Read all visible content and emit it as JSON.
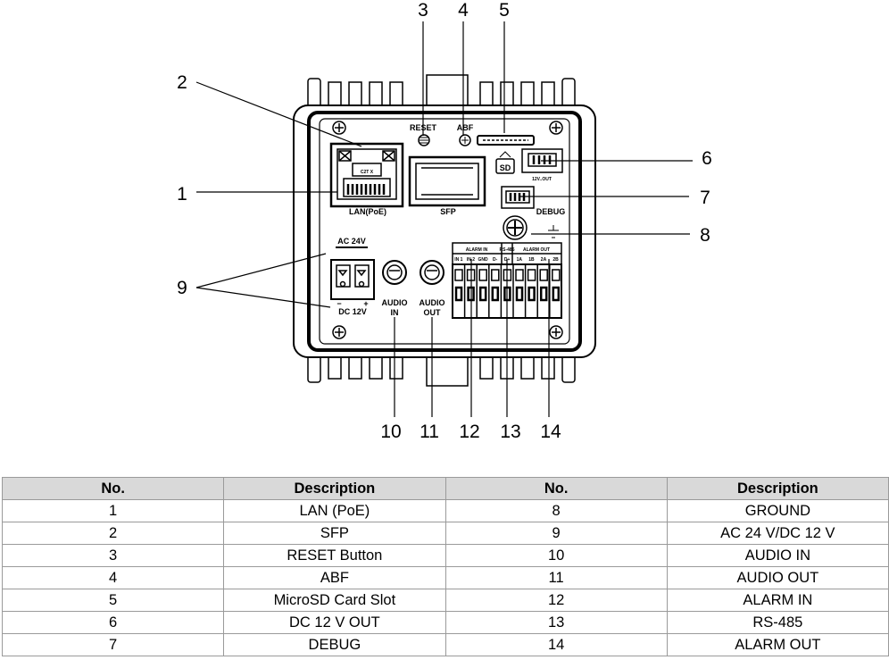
{
  "callouts": {
    "n1": "1",
    "n2": "2",
    "n3": "3",
    "n4": "4",
    "n5": "5",
    "n6": "6",
    "n7": "7",
    "n8": "8",
    "n9": "9",
    "n10": "10",
    "n11": "11",
    "n12": "12",
    "n13": "13",
    "n14": "14"
  },
  "panel": {
    "reset": "RESET",
    "abf": "ABF",
    "lan": "LAN(PoE)",
    "sfp": "SFP",
    "sd": "SD",
    "out12v": "12V..OUT",
    "debug": "DEBUG",
    "ac24v": "AC 24V",
    "dc12v": "DC 12V",
    "minus": "−",
    "plus": "+",
    "audio_in_1": "AUDIO",
    "audio_in_2": "IN",
    "audio_out_1": "AUDIO",
    "audio_out_2": "OUT",
    "alarm_in": "ALARM IN",
    "rs485": "RS-485",
    "alarm_out": "ALARM OUT",
    "pins": [
      "IN 1",
      "IN 2",
      "GND",
      "D-",
      "D+",
      "1A",
      "1B",
      "2A",
      "2B"
    ],
    "lan_mark": "C2T  X"
  },
  "table": {
    "headers": [
      "No.",
      "Description",
      "No.",
      "Description"
    ],
    "rows": [
      [
        "1",
        "LAN (PoE)",
        "8",
        "GROUND"
      ],
      [
        "2",
        "SFP",
        "9",
        "AC 24 V/DC 12 V"
      ],
      [
        "3",
        "RESET Button",
        "10",
        "AUDIO IN"
      ],
      [
        "4",
        "ABF",
        "11",
        "AUDIO OUT"
      ],
      [
        "5",
        "MicroSD Card Slot",
        "12",
        "ALARM IN"
      ],
      [
        "6",
        "DC 12 V OUT",
        "13",
        "RS-485"
      ],
      [
        "7",
        "DEBUG",
        "14",
        "ALARM OUT"
      ]
    ]
  }
}
